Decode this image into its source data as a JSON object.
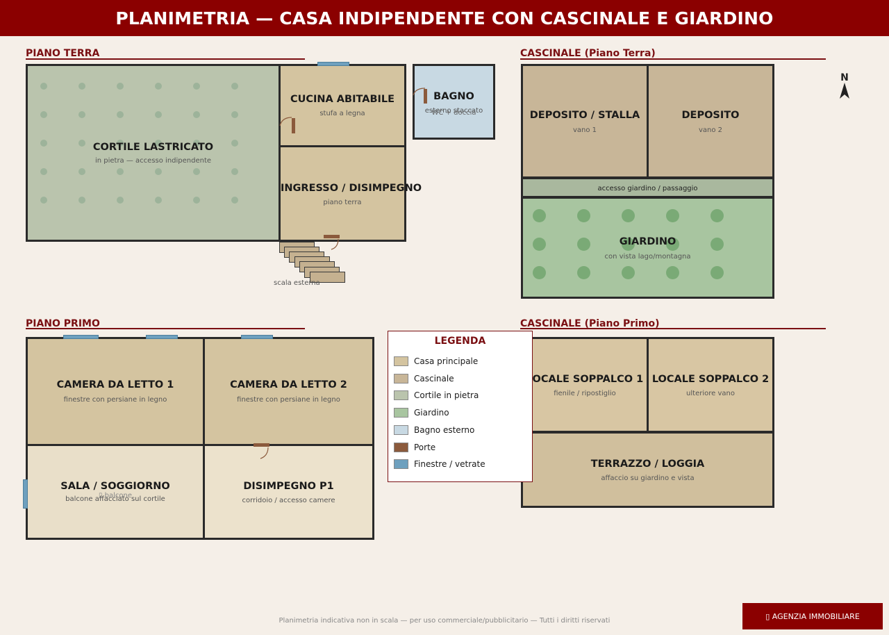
{
  "title": "PLANIMETRIA — CASA INDIPENDENTE CON CASCINALE E GIARDINO",
  "sections": {
    "piano_terra": "PIANO TERRA",
    "cascinale_terra": "CASCINALE (Piano Terra)",
    "piano_primo": "PIANO PRIMO",
    "cascinale_primo": "CASCINALE (Piano Primo)"
  },
  "rooms": {
    "cortile": {
      "name": "CORTILE LASTRICATO",
      "sub": "in pietra — accesso indipendente"
    },
    "cucina": {
      "name": "CUCINA ABITABILE",
      "sub": "stufa a legna"
    },
    "bagno": {
      "name": "BAGNO",
      "sub": "esterno staccato",
      "sub2": "WC + doccia"
    },
    "ingresso": {
      "name": "INGRESSO / DISIMPEGNO",
      "sub": "piano terra"
    },
    "scala": {
      "label": "scala esterna"
    },
    "deposito_stalla": {
      "name": "DEPOSITO / STALLA",
      "sub": "vano 1"
    },
    "deposito": {
      "name": "DEPOSITO",
      "sub": "vano 2"
    },
    "passaggio": {
      "label": "accesso giardino / passaggio"
    },
    "giardino": {
      "name": "GIARDINO",
      "sub": "con vista lago/montagna"
    },
    "camera1": {
      "name": "CAMERA DA LETTO 1",
      "sub": "finestre con persiane in legno"
    },
    "camera2": {
      "name": "CAMERA DA LETTO 2",
      "sub": "finestre con persiane in legno"
    },
    "sala": {
      "name": "SALA / SOGGIORNO",
      "sub": "balcone affacciato sul cortile",
      "balcone": "▯ balcone"
    },
    "disimpegno": {
      "name": "DISIMPEGNO P1",
      "sub": "corridoio / accesso camere"
    },
    "soppalco1": {
      "name": "LOCALE SOPPALCO 1",
      "sub": "fienile / ripostiglio"
    },
    "soppalco2": {
      "name": "LOCALE SOPPALCO 2",
      "sub": "ulteriore vano"
    },
    "terrazzo": {
      "name": "TERRAZZO / LOGGIA",
      "sub": "affaccio su giardino e vista"
    }
  },
  "legend": {
    "title": "LEGENDA",
    "items": [
      {
        "label": "Casa principale",
        "color": "#d4c4a0"
      },
      {
        "label": "Cascinale",
        "color": "#c8b698"
      },
      {
        "label": "Cortile in pietra",
        "color": "#bac4ad"
      },
      {
        "label": "Giardino",
        "color": "#a8c5a0"
      },
      {
        "label": "Bagno esterno",
        "color": "#c8d9e3"
      },
      {
        "label": "Porte",
        "color": "#8b5a3c"
      },
      {
        "label": "Finestre / vetrate",
        "color": "#6ea0be"
      }
    ]
  },
  "compass": "N",
  "footer": "Planimetria indicativa non in scala — per uso commerciale/pubblicitario — Tutti i diritti riservati",
  "agency": "▯ AGENZIA IMMOBILIARE",
  "colors": {
    "brand": "#8b0000",
    "casa": "#d4c4a0",
    "cascinale": "#c8b698",
    "cortile": "#bac4ad",
    "giardino": "#a8c5a0",
    "bagno": "#c8d9e3",
    "piano_primo_light": "#ece2cc"
  }
}
